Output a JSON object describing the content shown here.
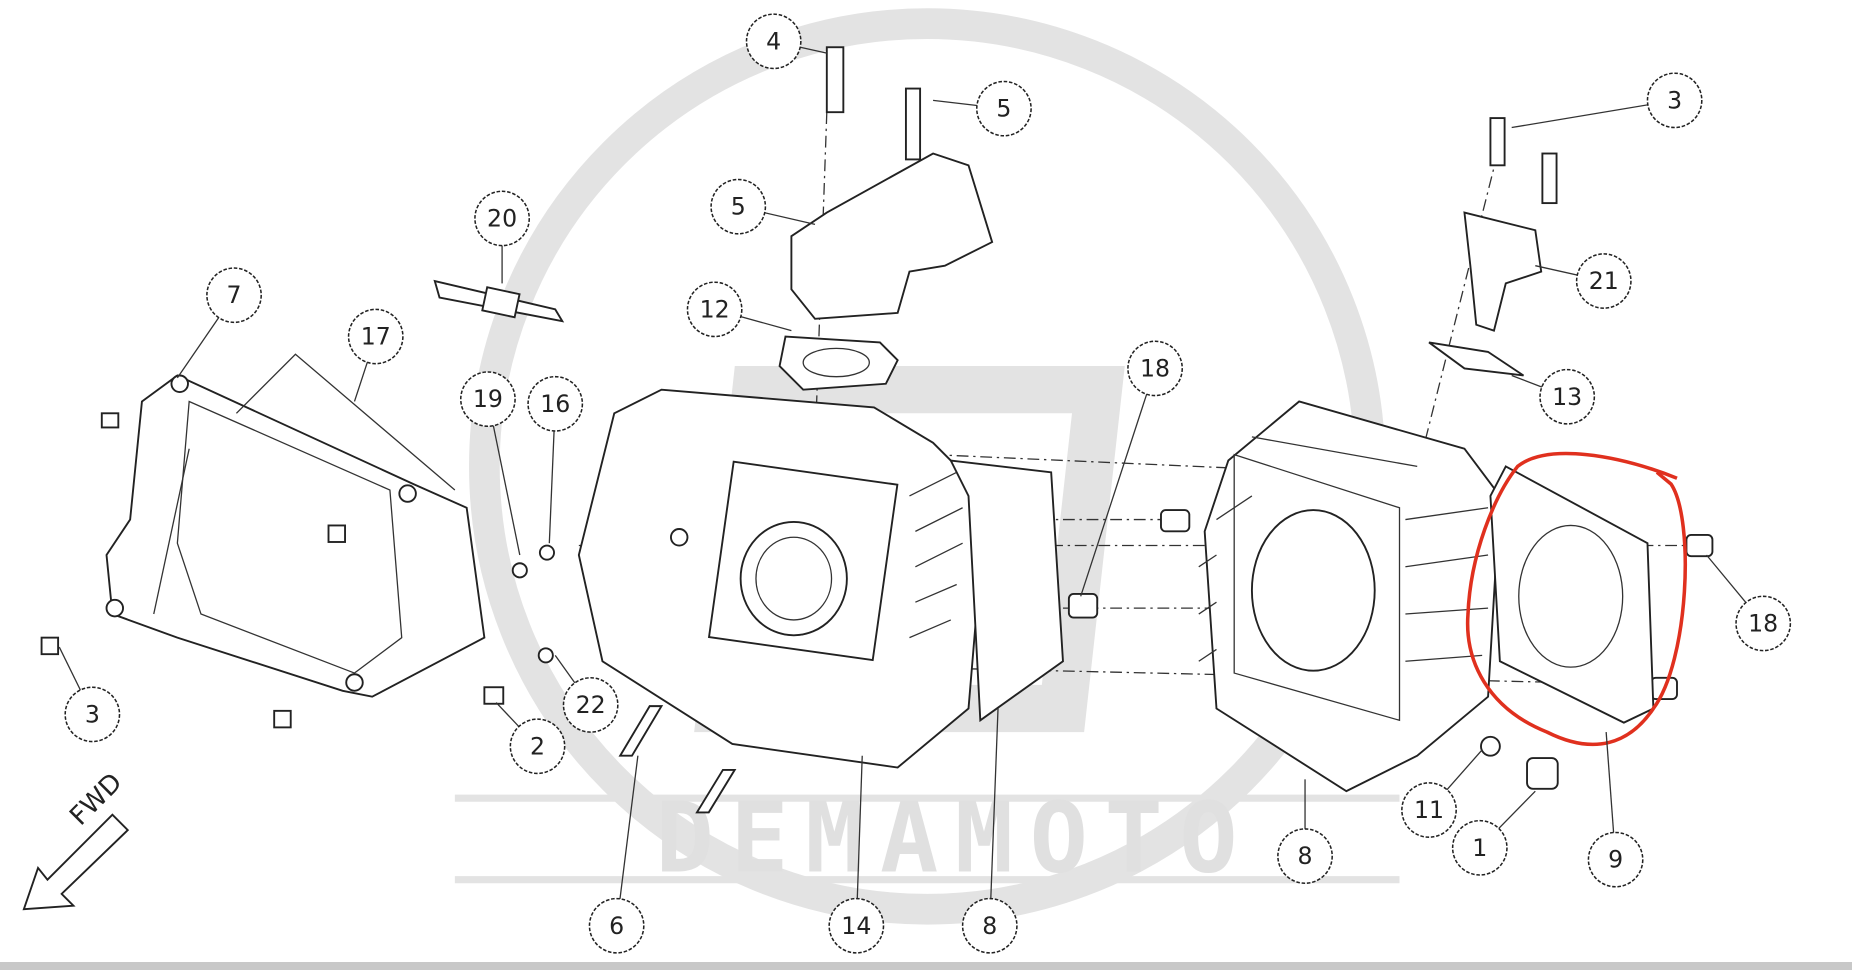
{
  "diagram": {
    "title": "Cylinder head / cylinder exploded parts diagram",
    "watermark_text": "DEMAMOTO",
    "direction_label": "FWD",
    "annotation_color": "#e0301e",
    "callouts": [
      "4",
      "5",
      "5",
      "20",
      "7",
      "17",
      "12",
      "19",
      "16",
      "18",
      "3",
      "21",
      "13",
      "18",
      "3",
      "2",
      "22",
      "6",
      "14",
      "8",
      "8",
      "11",
      "1",
      "9"
    ]
  }
}
